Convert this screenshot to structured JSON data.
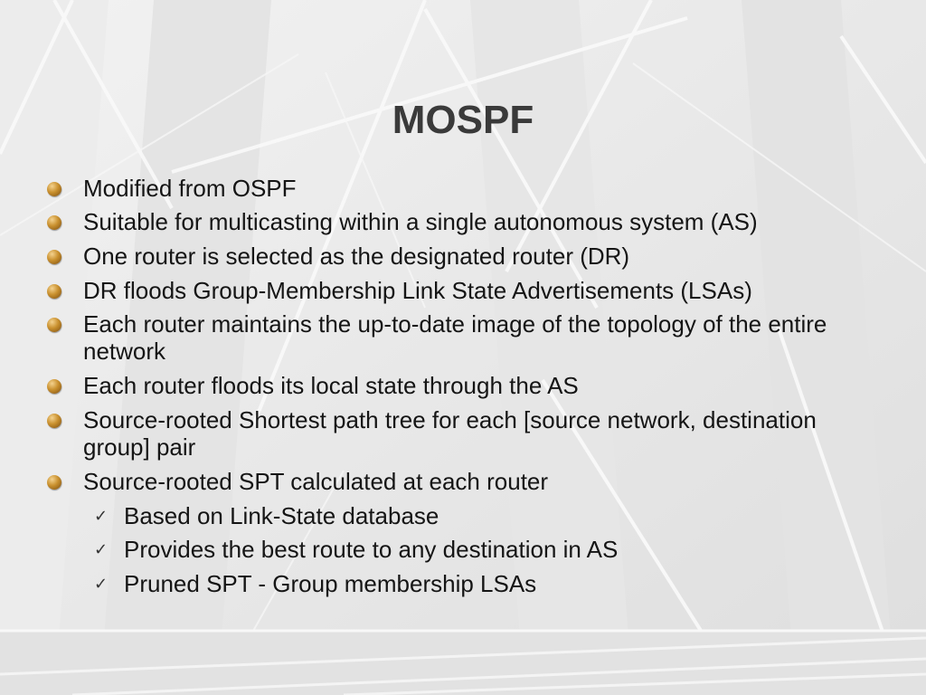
{
  "slide": {
    "title": "MOSPF",
    "bullets": [
      "Modified from OSPF",
      "Suitable for multicasting within a single autonomous system (AS)",
      "One router is selected as the designated router (DR)",
      "DR floods Group-Membership Link State Advertisements (LSAs)",
      "Each router maintains the up-to-date image of the topology of the entire network",
      "Each router floods its local state through the AS",
      "Source-rooted Shortest path tree for each [source network, destination group] pair",
      "Source-rooted SPT calculated at each router"
    ],
    "sub_bullets": [
      "Based on Link-State database",
      "Provides the best route to any destination in AS",
      "Pruned SPT - Group membership LSAs"
    ],
    "check_glyph": "✓"
  },
  "theme": {
    "background": "#e9e9e9",
    "title_color": "#3a3a3a",
    "text_color": "#151515",
    "bullet_color": "#c9902e"
  }
}
